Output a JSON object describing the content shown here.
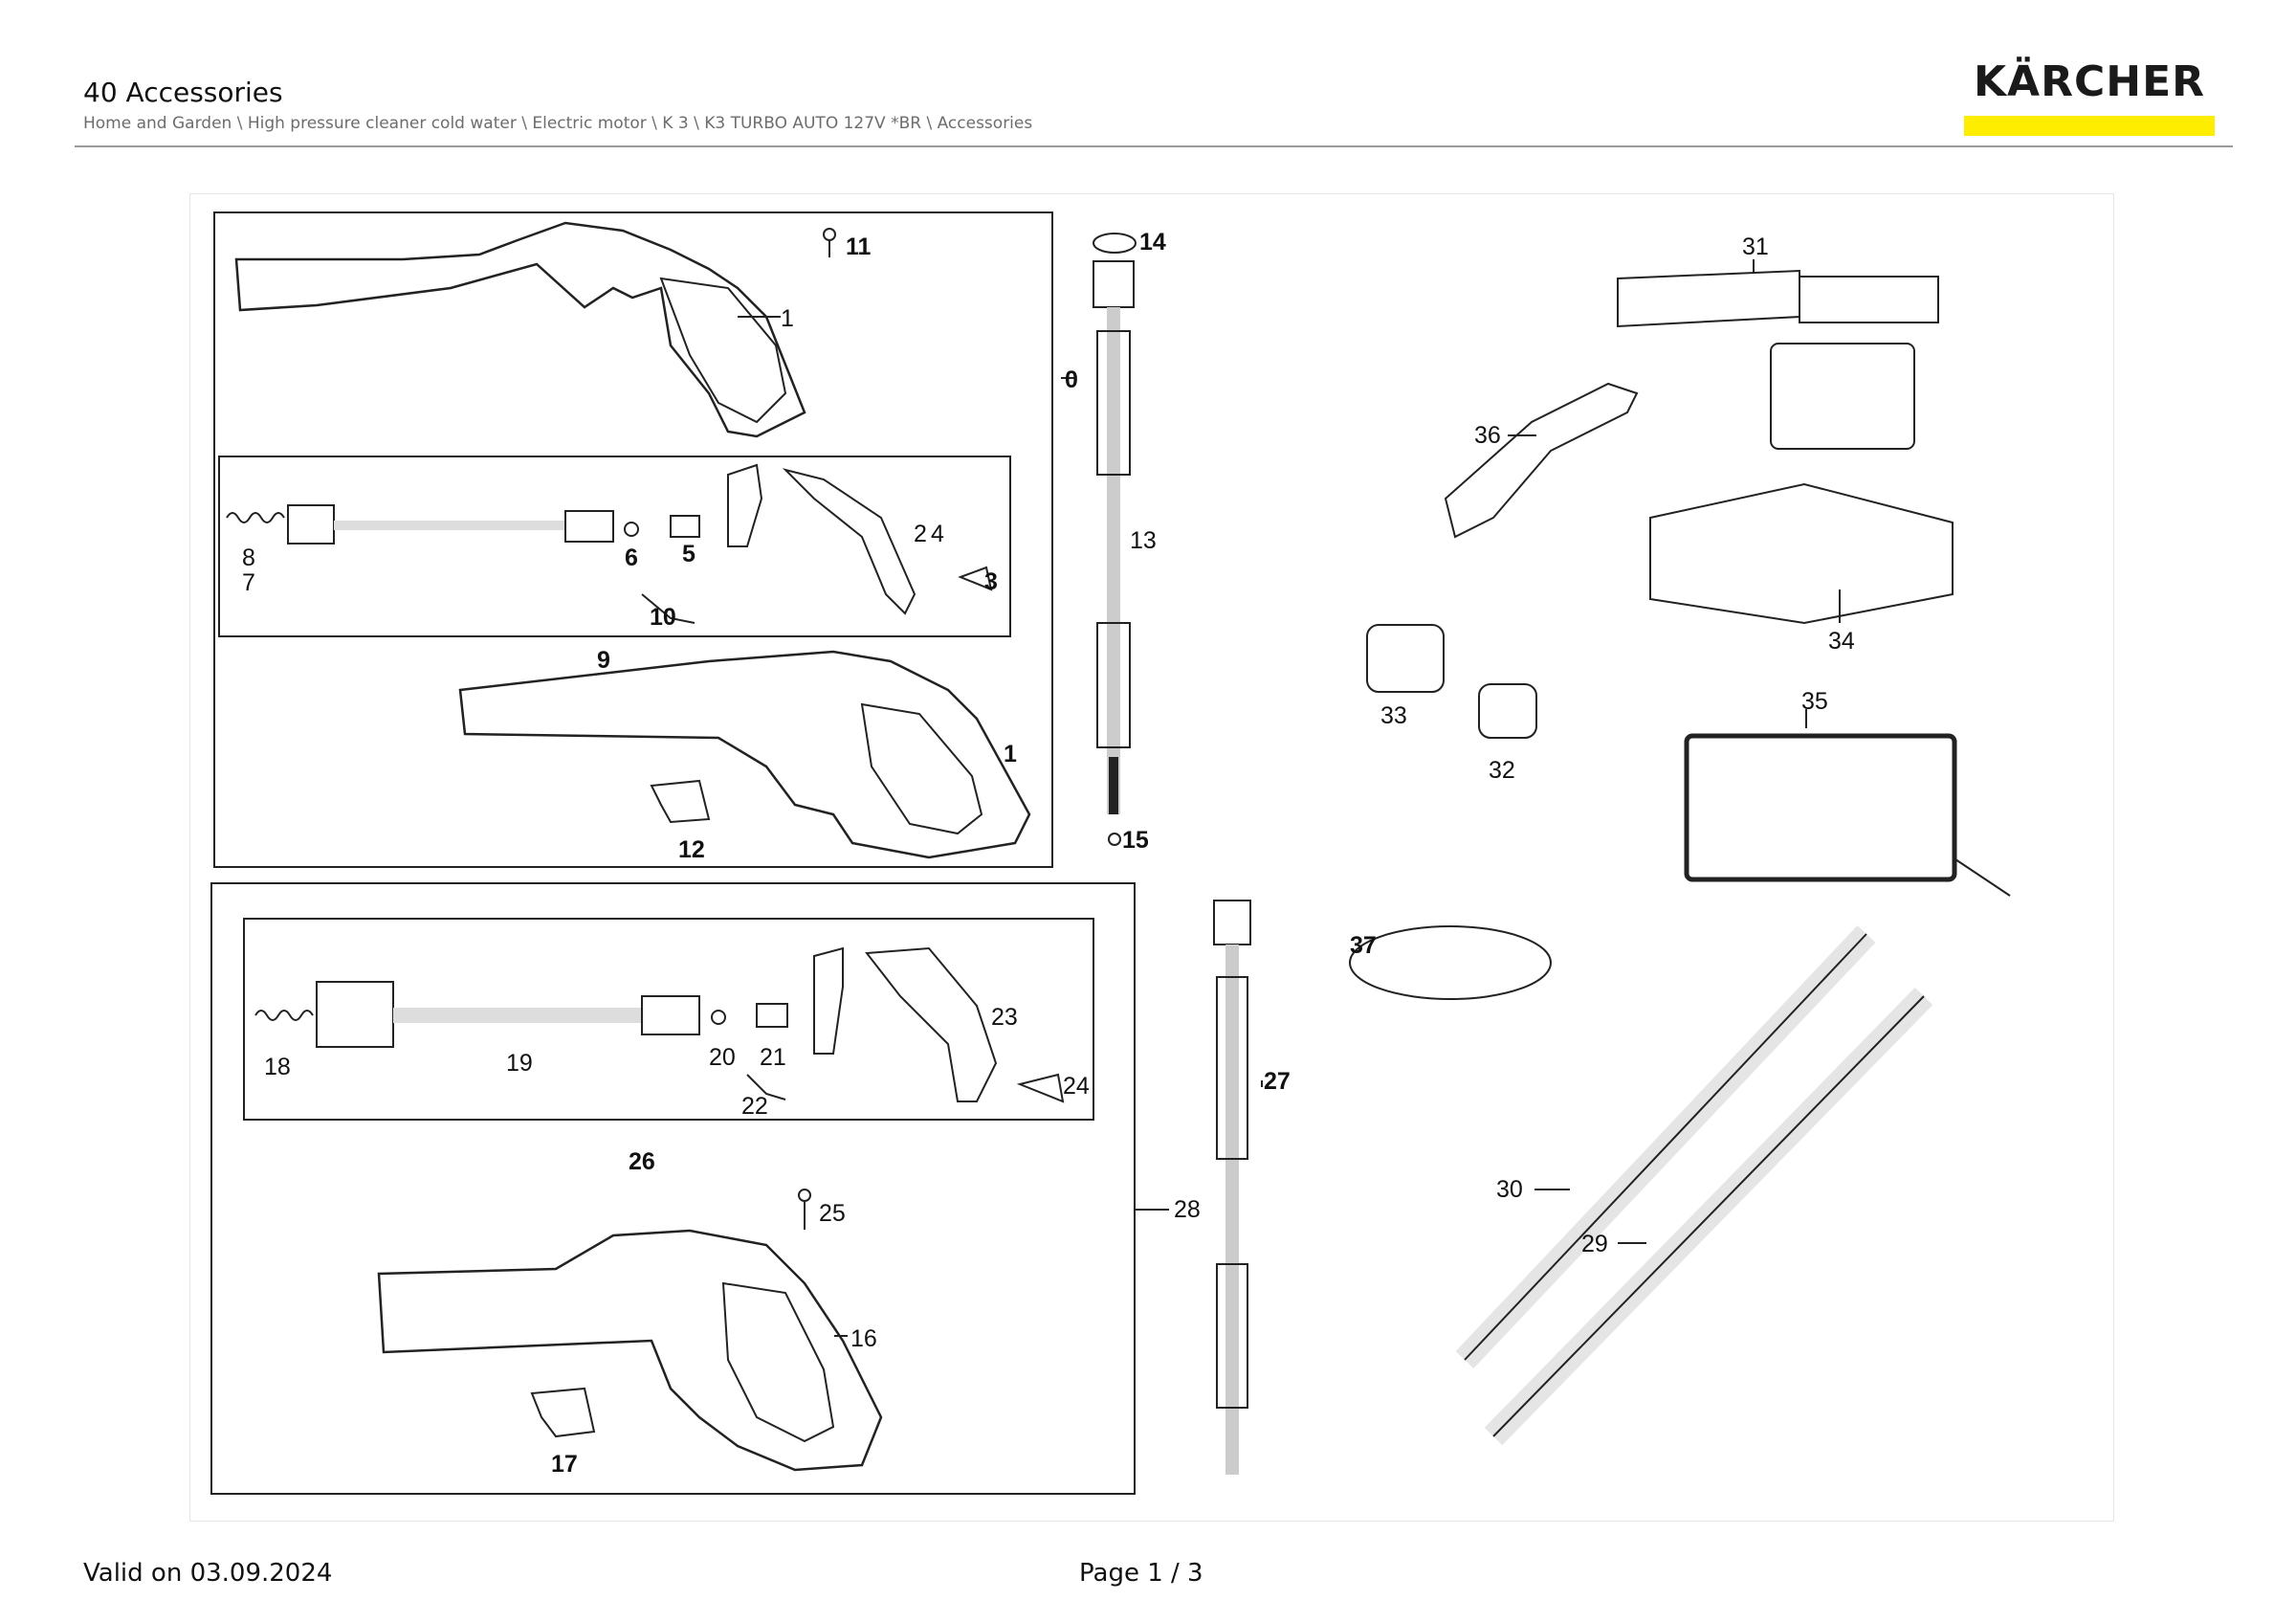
{
  "header": {
    "title": "40 Accessories",
    "breadcrumb": "Home and Garden \\ High pressure cleaner cold water \\ Electric motor \\ K 3 \\ K3 TURBO AUTO 127V *BR \\ Accessories",
    "logo_text": "KÄRCHER",
    "brand_color": "#ffed00"
  },
  "diagram": {
    "callouts": [
      "11",
      "1",
      "14",
      "0",
      "31",
      "36",
      "8",
      "7",
      "6",
      "5",
      "2",
      "4",
      "3",
      "13",
      "10",
      "9",
      "1",
      "34",
      "33",
      "35",
      "32",
      "12",
      "15",
      "37",
      "23",
      "18",
      "19",
      "20",
      "21",
      "24",
      "27",
      "22",
      "26",
      "28",
      "25",
      "30",
      "16",
      "29",
      "17"
    ]
  },
  "footer": {
    "valid": "Valid on 03.09.2024",
    "page": "Page 1 / 3"
  }
}
